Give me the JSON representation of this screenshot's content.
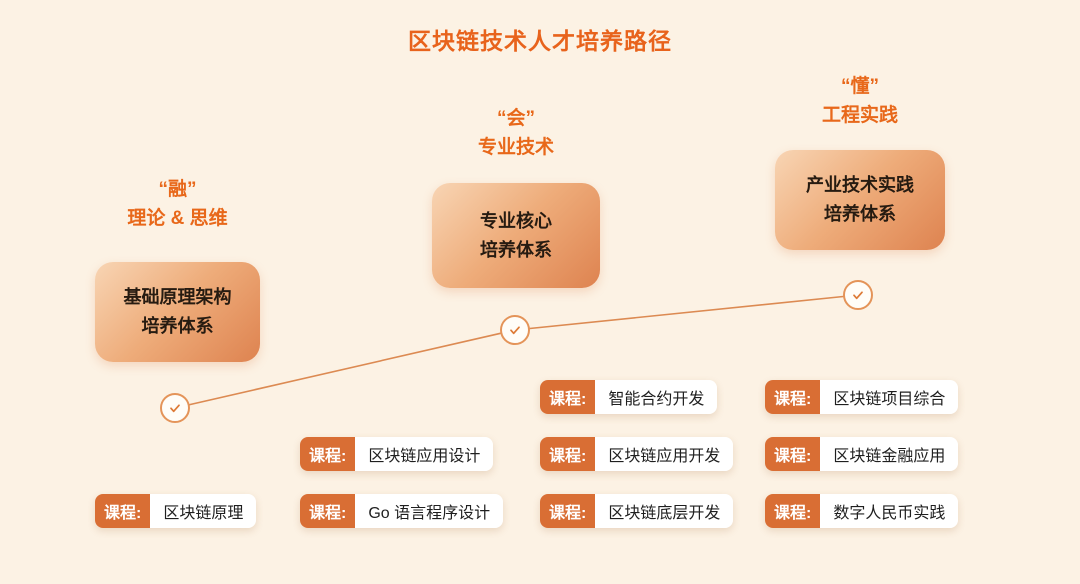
{
  "title": "区块链技术人才培养路径",
  "stages": [
    {
      "quote": "“融”",
      "subtitle": "理论 & 思维",
      "box_line1": "基础原理架构",
      "box_line2": "培养体系"
    },
    {
      "quote": "“会”",
      "subtitle": "专业技术",
      "box_line1": "专业核心",
      "box_line2": "培养体系"
    },
    {
      "quote": "“懂”",
      "subtitle": "工程实践",
      "box_line1": "产业技术实践",
      "box_line2": "培养体系"
    }
  ],
  "course_label": "课程:",
  "columns": [
    {
      "courses": [
        "区块链原理"
      ]
    },
    {
      "courses": [
        "区块链应用设计",
        "Go 语言程序设计"
      ]
    },
    {
      "courses": [
        "智能合约开发",
        "区块链应用开发",
        "区块链底层开发"
      ]
    },
    {
      "courses": [
        "区块链项目综合",
        "区块链金融应用",
        "数字人民币实践"
      ]
    }
  ],
  "colors": {
    "background": "#FCF2E4",
    "accent_orange": "#E8631C",
    "badge_orange": "#D96E34",
    "box_gradient_start": "#F8D5B4",
    "box_gradient_end": "#DE8350",
    "connector_line": "#DC8A52"
  }
}
